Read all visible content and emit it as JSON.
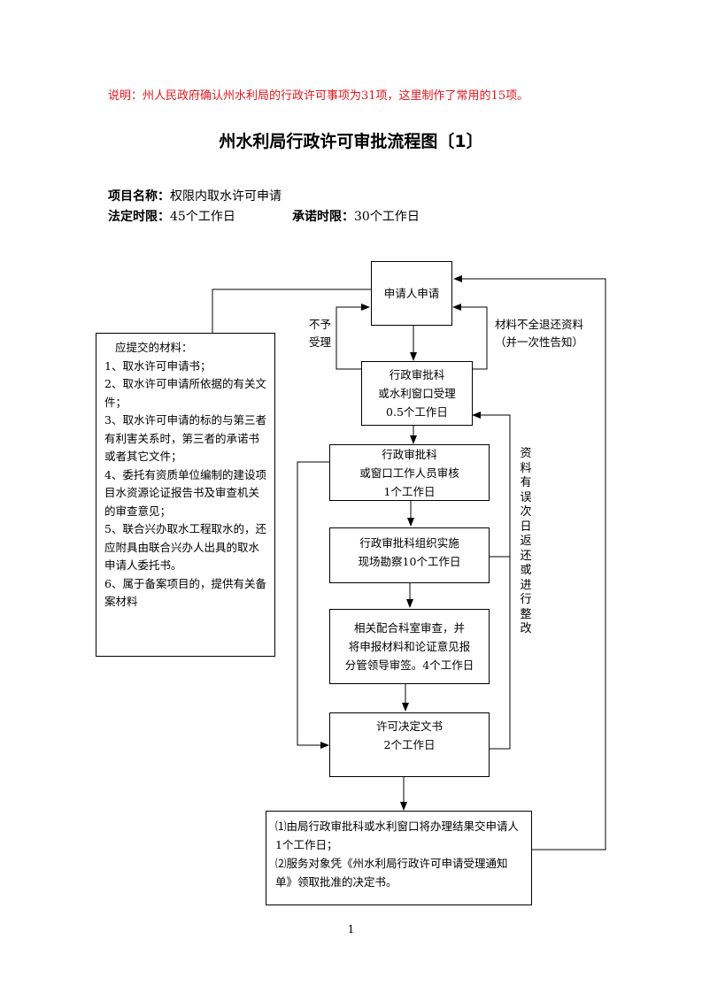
{
  "note": "说明：州人民政府确认州水利局的行政许可事项为31项，这里制作了常用的15项。",
  "title": "州水利局行政许可审批流程图〔1〕",
  "project": {
    "name_label": "项目名称：",
    "name_value": "权限内取水许可申请",
    "legal_label": "法定时限：",
    "legal_value": "45个工作日",
    "promise_label": "承诺时限：",
    "promise_value": "30个工作日"
  },
  "flow": {
    "applicant": "申请人申请",
    "accept": [
      "行政审批科",
      "或水利窗口受理",
      "0.5个工作日"
    ],
    "review": [
      "行政审批科",
      "或窗口工作人员审核",
      "1个工作日"
    ],
    "survey": [
      "行政审批科组织实施",
      "现场勘察10个工作日"
    ],
    "joint_review": [
      "相关配合科室审查，并",
      "将申报材料和论证意见报",
      "分管领导审签。4个工作日"
    ],
    "decision": [
      "许可决定文书",
      "2个工作日"
    ],
    "result": [
      "⑴由局行政审批科或水利窗口将办理结果交申请人1个工作日；",
      "⑵服务对象凭《州水利局行政许可申请受理通知单》领取批准的决定书。"
    ],
    "materials": [
      "应提交的材料：",
      "1、取水许可申请书；",
      "2、取水许可申请所依据的有关文件；",
      "3、取水许可申请的标的与第三者有利害关系时，第三者的承诺书或者其它文件；",
      "4、委托有资质单位编制的建设项目水资源论证报告书及审查机关的审查意见；",
      "5、联合兴办取水工程取水的，还应附具由联合兴办人出具的取水申请人委托书。",
      "6、属于备案项目的，提供有关备案材料"
    ],
    "side_reject": [
      "不予",
      "受理"
    ],
    "side_incomplete": [
      "材料不全退还资料",
      "（并一次性告知）"
    ],
    "side_vertical": "资料有误次日返还或进行整改"
  },
  "page_number": "1"
}
